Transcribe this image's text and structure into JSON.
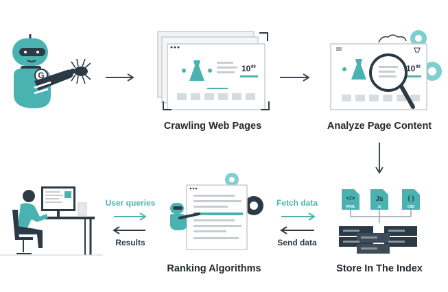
{
  "steps": {
    "crawl": "Crawling Web Pages",
    "analyze": "Analyze Page Content",
    "index": "Store In The Index",
    "rank": "Ranking Algorithms"
  },
  "flows": {
    "user_queries": "User queries",
    "results": "Results",
    "fetch_data": "Fetch data",
    "send_data": "Send data"
  },
  "page_mock": {
    "price_big": "10",
    "price_small": "99"
  },
  "file_icons": {
    "html_glyph": "</>",
    "html_label": "HTML",
    "js_glyph": "Js",
    "js_label": "Js",
    "css_glyph": "{ }",
    "css_label": "CSS"
  },
  "robot_badge": "G",
  "colors": {
    "accent": "#4ab3b2",
    "dark": "#2c3a45",
    "light_gray": "#d9dcde"
  }
}
